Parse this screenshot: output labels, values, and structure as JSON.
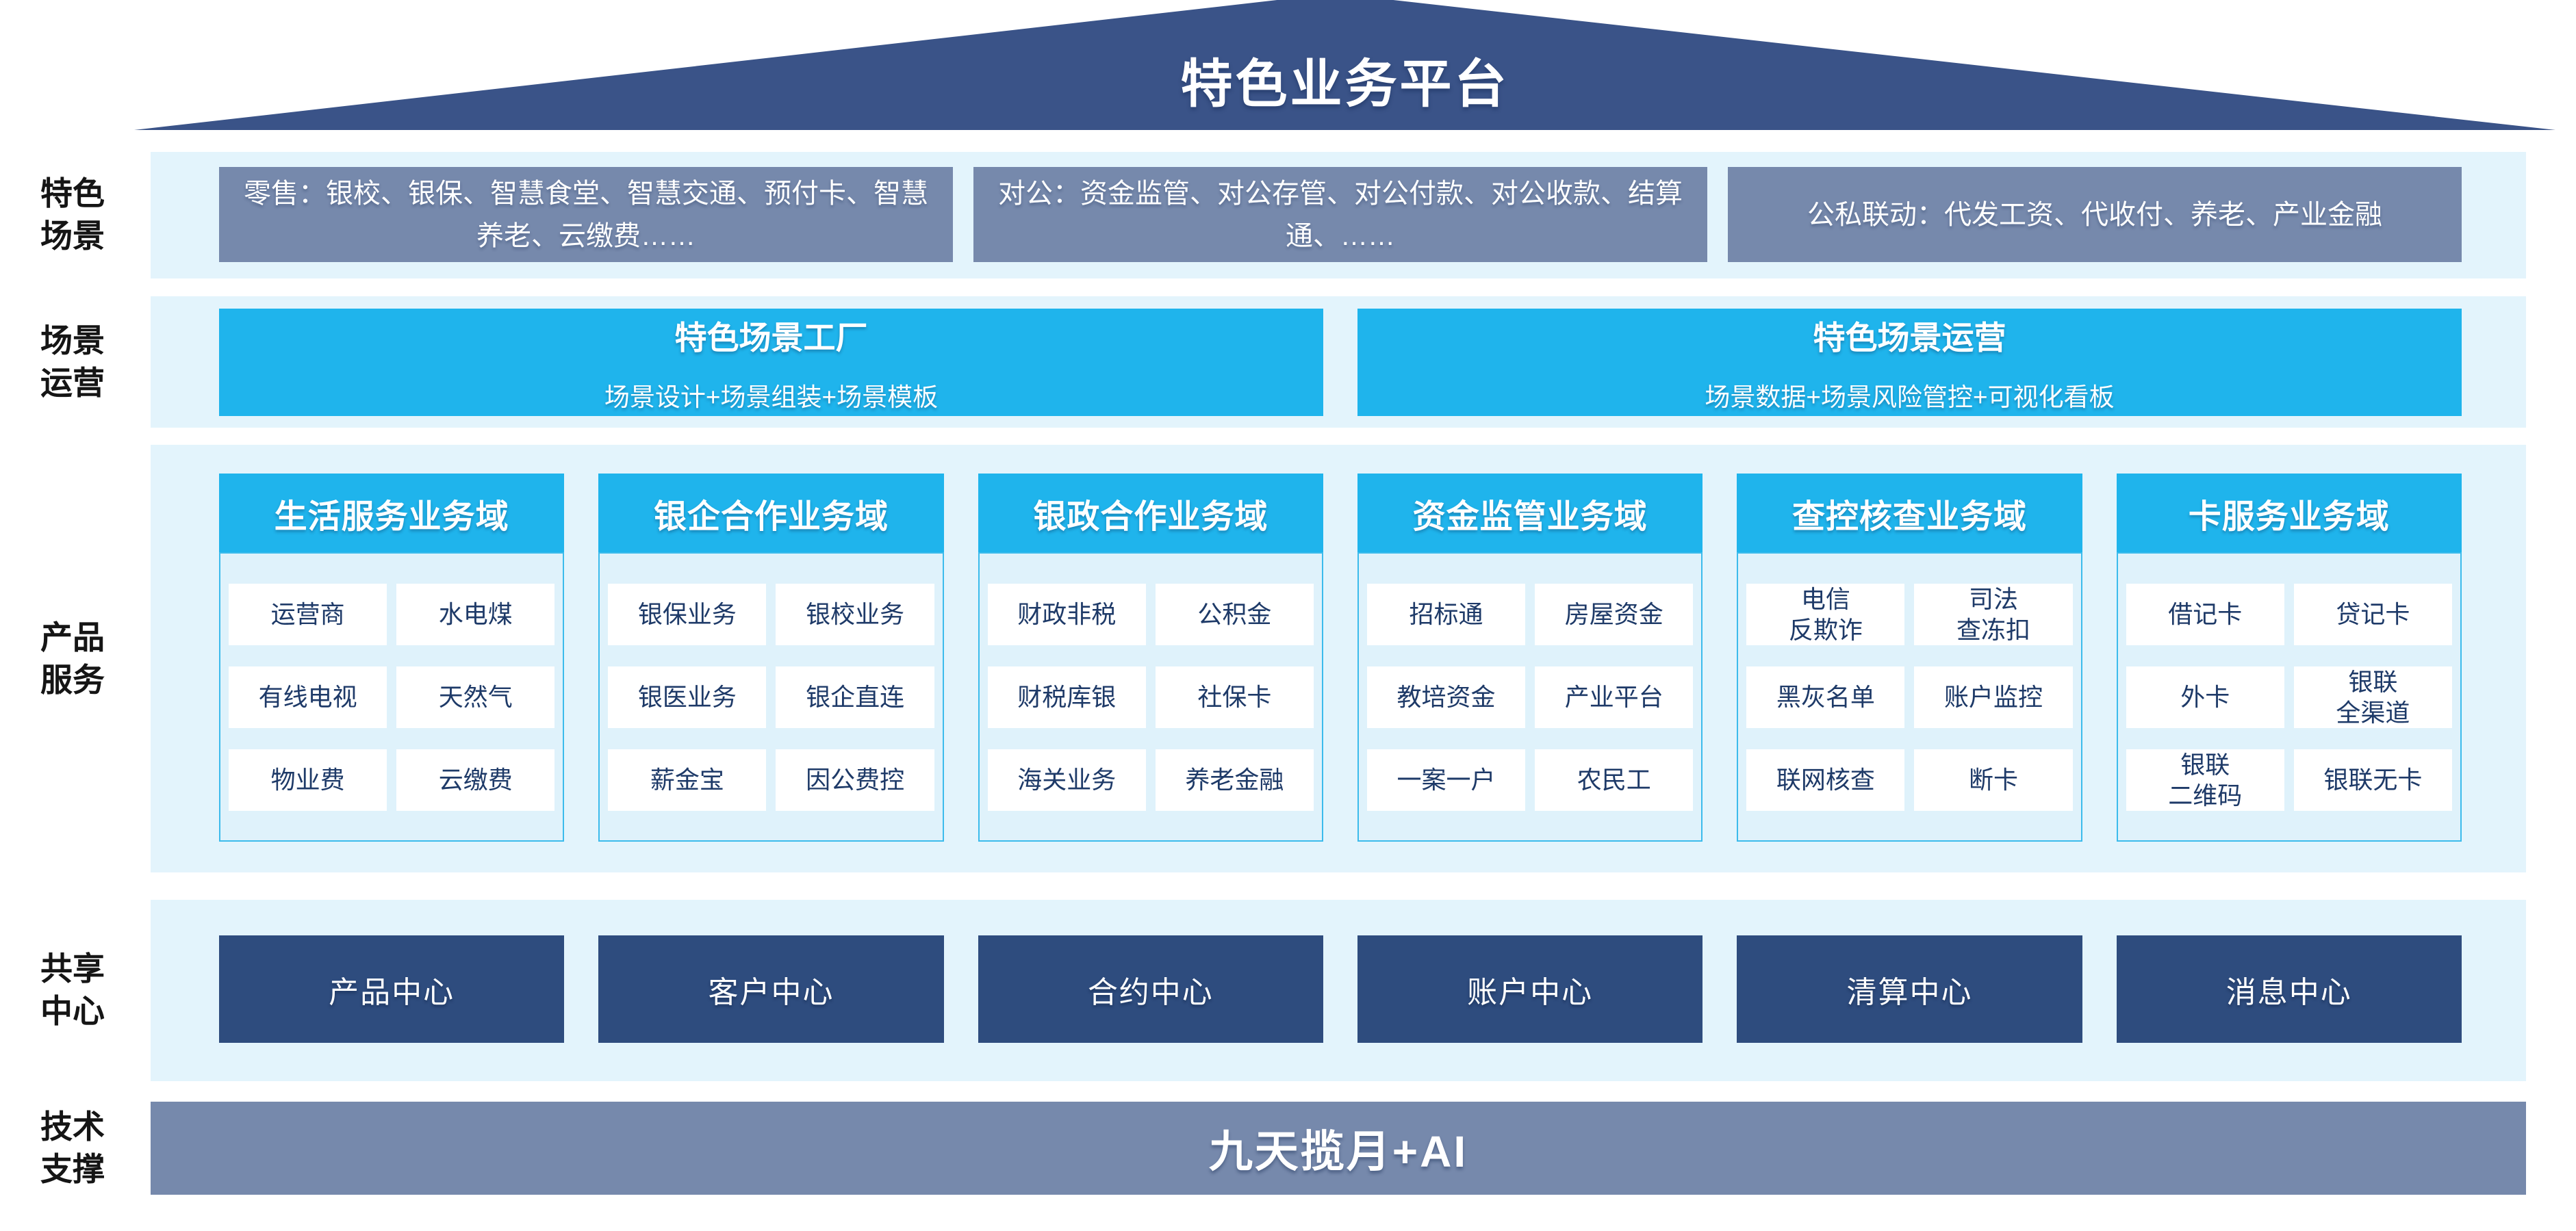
{
  "title": "特色业务平台",
  "colors": {
    "roof": "#3A5388",
    "navy": "#2E4C7E",
    "slate": "#7689AC",
    "cyan": "#1FB4EC",
    "band": "#E3F4FC",
    "colbody": "#DFF2FB",
    "colborder": "#3CBBEC",
    "celltext": "#1E3A68"
  },
  "rows": {
    "scene": {
      "label": "特色场景",
      "boxes": [
        "零售：银校、银保、智慧食堂、智慧交通、预付卡、智慧养老、云缴费……",
        "对公：资金监管、对公存管、对公付款、对公收款、结算通、……",
        "公私联动：代发工资、代收付、养老、产业金融"
      ]
    },
    "operation": {
      "label": "场景运营",
      "boxes": [
        {
          "title": "特色场景工厂",
          "subtitle": "场景设计+场景组装+场景模板"
        },
        {
          "title": "特色场景运营",
          "subtitle": "场景数据+场景风险管控+可视化看板"
        }
      ]
    },
    "products": {
      "label": "产品服务",
      "columns": [
        {
          "header": "生活服务业务域",
          "cells": [
            "运营商",
            "水电煤",
            "有线电视",
            "天然气",
            "物业费",
            "云缴费"
          ]
        },
        {
          "header": "银企合作业务域",
          "cells": [
            "银保业务",
            "银校业务",
            "银医业务",
            "银企直连",
            "薪金宝",
            "因公费控"
          ]
        },
        {
          "header": "银政合作业务域",
          "cells": [
            "财政非税",
            "公积金",
            "财税库银",
            "社保卡",
            "海关业务",
            "养老金融"
          ]
        },
        {
          "header": "资金监管业务域",
          "cells": [
            "招标通",
            "房屋资金",
            "教培资金",
            "产业平台",
            "一案一户",
            "农民工"
          ]
        },
        {
          "header": "查控核查业务域",
          "cells": [
            "电信\n反欺诈",
            "司法\n查冻扣",
            "黑灰名单",
            "账户监控",
            "联网核查",
            "断卡"
          ]
        },
        {
          "header": "卡服务业务域",
          "cells": [
            "借记卡",
            "贷记卡",
            "外卡",
            "银联\n全渠道",
            "银联\n二维码",
            "银联无卡"
          ]
        }
      ]
    },
    "centers": {
      "label": "共享中心",
      "boxes": [
        "产品中心",
        "客户中心",
        "合约中心",
        "账户中心",
        "清算中心",
        "消息中心"
      ]
    },
    "tech": {
      "label": "技术支撑",
      "bar": "九天揽月+AI"
    }
  }
}
